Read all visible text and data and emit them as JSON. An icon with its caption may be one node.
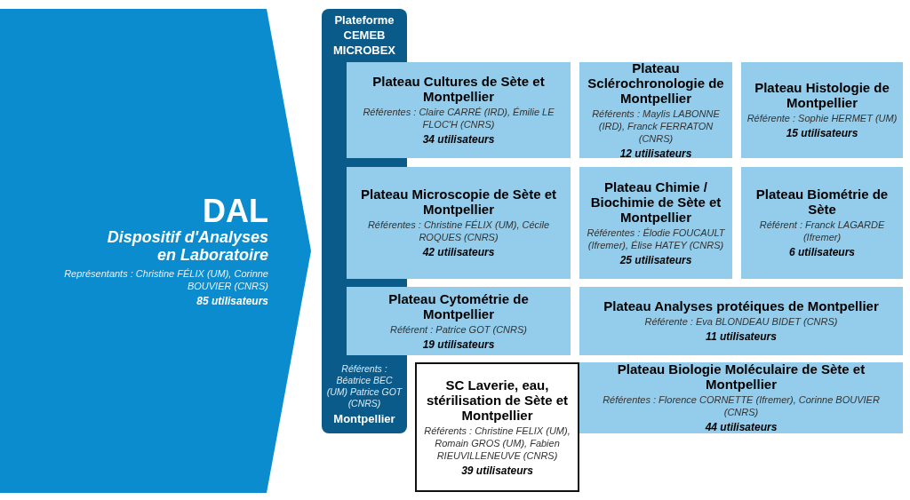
{
  "diagram": {
    "nodes": [
      {
        "text": [
          "DAL",
          "Dispositif d'Analyses en Laboratoire",
          "Représentants : Christine FÉLIX (UM), Corinne BOUVIER (CNRS)",
          "85 utilisateurs"
        ]
      },
      {
        "text": [
          "Plateforme CEMEB MICROBEX",
          "Référents : Béatrice BEC (UM) Patrice GOT (CNRS)",
          "Montpellier"
        ]
      },
      {
        "text": [
          "Plateau Cultures de Sète et Montpellier",
          "Référentes : Claire CARRÉ (IRD), Émilie LE FLOC'H (CNRS)",
          "34 utilisateurs"
        ]
      },
      {
        "text": [
          "Plateau Sclérochronologie de Montpellier",
          "Référents : Maylis LABONNE (IRD), Franck FERRATON (CNRS)",
          "12 utilisateurs"
        ]
      },
      {
        "text": [
          "Plateau Histologie de Montpellier",
          "Référente : Sophie HERMET (UM)",
          "15 utilisateurs"
        ]
      },
      {
        "text": [
          "Plateau Microscopie de Sète et Montpellier",
          "Référentes : Christine FÉLIX (UM), Cécile ROQUES (CNRS)",
          "42 utilisateurs"
        ]
      },
      {
        "text": [
          "Plateau Chimie / Biochimie de Sète et Montpellier",
          "Référentes : Élodie FOUCAULT (Ifremer), Élise HATEY (CNRS)",
          "25 utilisateurs"
        ]
      },
      {
        "text": [
          "Plateau Biométrie de Sète",
          "Référent : Franck LAGARDE (Ifremer)",
          "6 utilisateurs"
        ]
      },
      {
        "text": [
          "Plateau Cytométrie de Montpellier",
          "Référent : Patrice GOT (CNRS)",
          "19 utilisateurs"
        ]
      },
      {
        "text": [
          "Plateau Analyses protéiques de Montpellier",
          "Référente : Eva BLONDEAU BIDET (CNRS)",
          "11 utilisateurs"
        ]
      },
      {
        "text": [
          "SC Laverie, eau, stérilisation de Sète et Montpellier",
          "Référents : Christine FELIX (UM), Romain GROS (UM), Fabien RIEUVILLENEUVE (CNRS)",
          "39 utilisateurs"
        ]
      },
      {
        "text": [
          "Plateau Biologie Moléculaire de Sète et Montpellier",
          "Référentes : Florence CORNETTE (Ifremer), Corinne BOUVIER (CNRS)",
          "44 utilisateurs"
        ]
      }
    ]
  }
}
